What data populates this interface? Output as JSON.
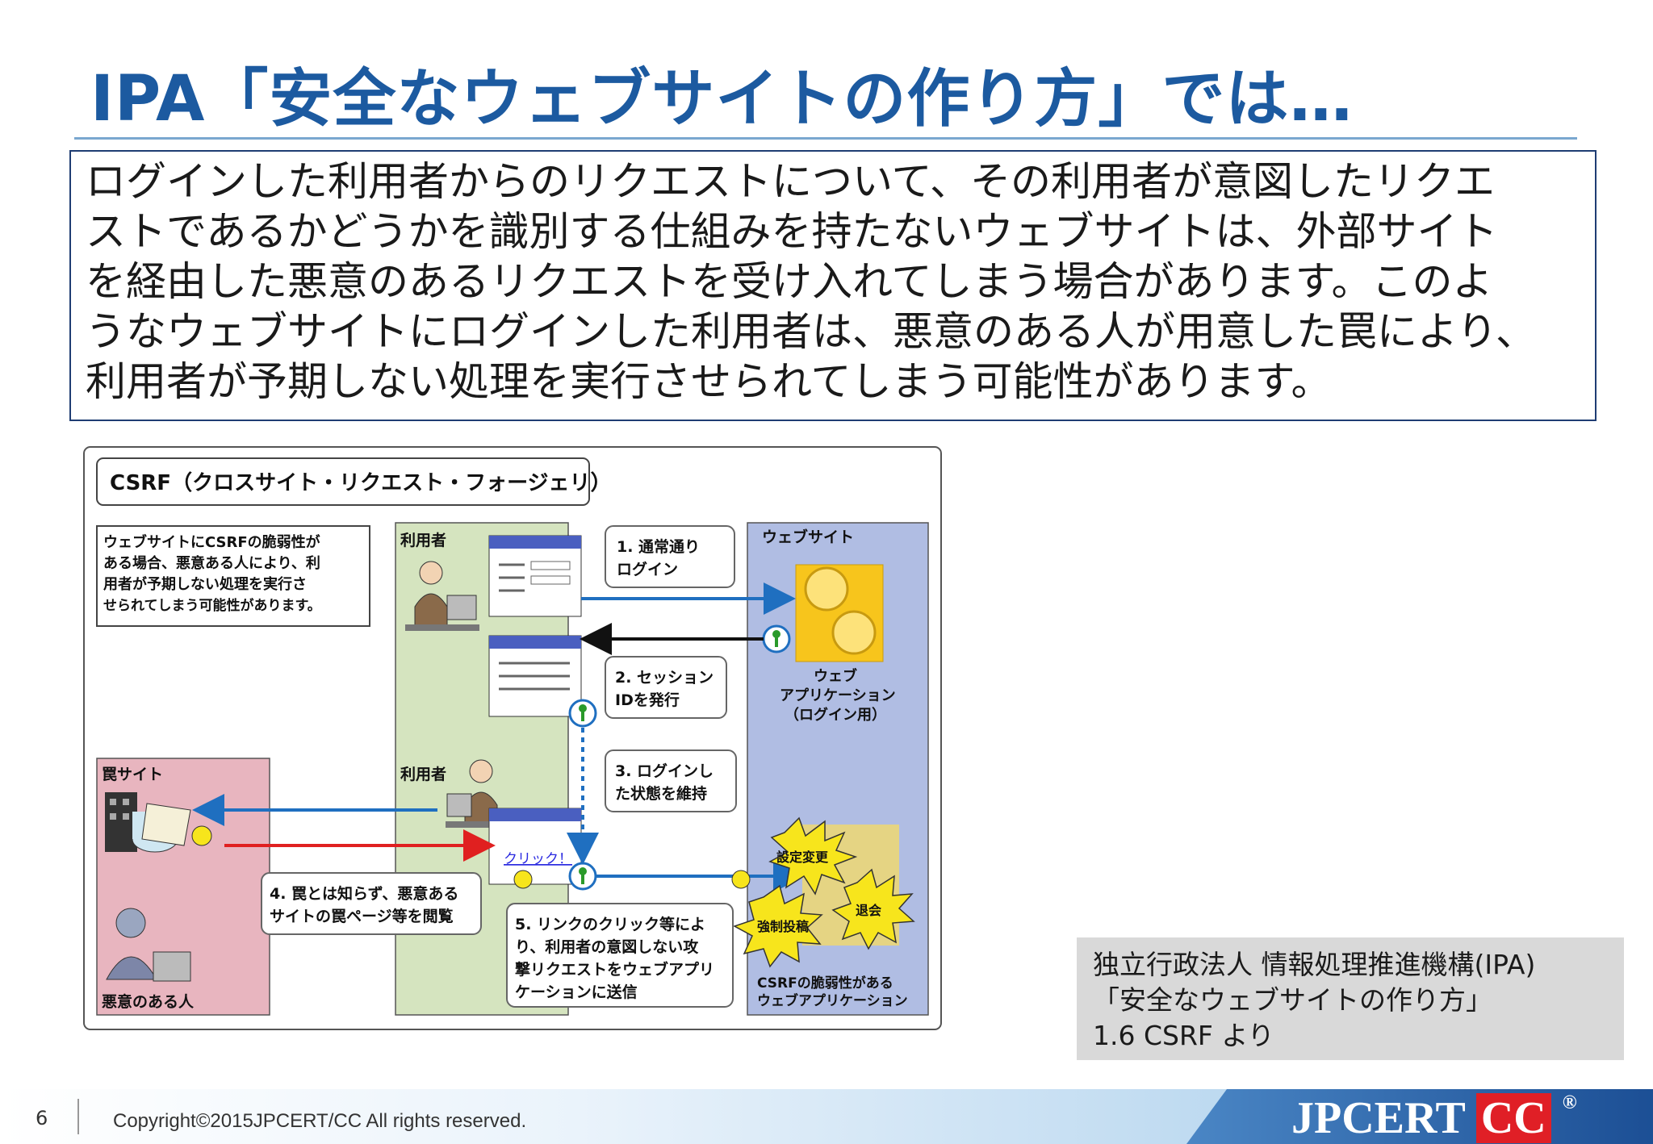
{
  "title": "IPA「安全なウェブサイトの作り方」では…",
  "quote_lines": [
    "ログインした利用者からのリクエストについて、その利用者が意図したリクエ",
    "ストであるかどうかを識別する仕組みを持たないウェブサイトは、外部サイト",
    "を経由した悪意のあるリクエストを受け入れてしまう場合があります。このよ",
    "うなウェブサイトにログインした利用者は、悪意のある人が用意した罠により、",
    "利用者が予期しない処理を実行させられてしまう可能性があります。"
  ],
  "diagram": {
    "heading": "CSRF（クロスサイト・リクエスト・フォージェリ）",
    "intro_lines": [
      "ウェブサイトにCSRFの脆弱性が",
      "ある場合、悪意ある人により、利",
      "用者が予期しない処理を実行さ",
      "せられてしまう可能性があります。"
    ],
    "user_label": "利用者",
    "user_label_2": "利用者",
    "website_label": "ウェブサイト",
    "trap_site_label": "罠サイト",
    "attacker_label": "悪意のある人",
    "app_label_lines": [
      "ウェブ",
      "アプリケーション",
      "（ログイン用）"
    ],
    "vuln_app_lines": [
      "CSRFの脆弱性がある",
      "ウェブアプリケーション"
    ],
    "click_label": "クリック！",
    "bursts": [
      "設定変更",
      "退会",
      "強制投稿"
    ],
    "steps": {
      "s1": [
        "1. 通常通り",
        "ログイン"
      ],
      "s2": [
        "2. セッション",
        "IDを発行"
      ],
      "s3": [
        "3. ログインし",
        "た状態を維持"
      ],
      "s4": [
        "4. 罠とは知らず、悪意ある",
        "サイトの罠ページ等を閲覧"
      ],
      "s5": [
        "5. リンクのクリック等によ",
        "り、利用者の意図しない攻",
        "撃リクエストをウェブアプリ",
        "ケーションに送信"
      ]
    }
  },
  "citation_lines": [
    "独立行政法人 情報処理推進機構(IPA)",
    "「安全なウェブサイトの作り方」",
    "1.6 CSRF より"
  ],
  "footer": {
    "page_number": "6",
    "copyright": "Copyright©2015JPCERT/CC All rights reserved.",
    "logo_main": "JPCERT",
    "logo_cc": "CC",
    "logo_reg": "®"
  },
  "colors": {
    "title": "#1c5aa0",
    "user_lane": "#d5e4bf",
    "website_lane": "#b0bde3",
    "trap_lane": "#e8b5bf",
    "arrow_blue": "#1f6fc0",
    "arrow_red": "#e02020",
    "burst_yellow": "#f7e51c"
  }
}
